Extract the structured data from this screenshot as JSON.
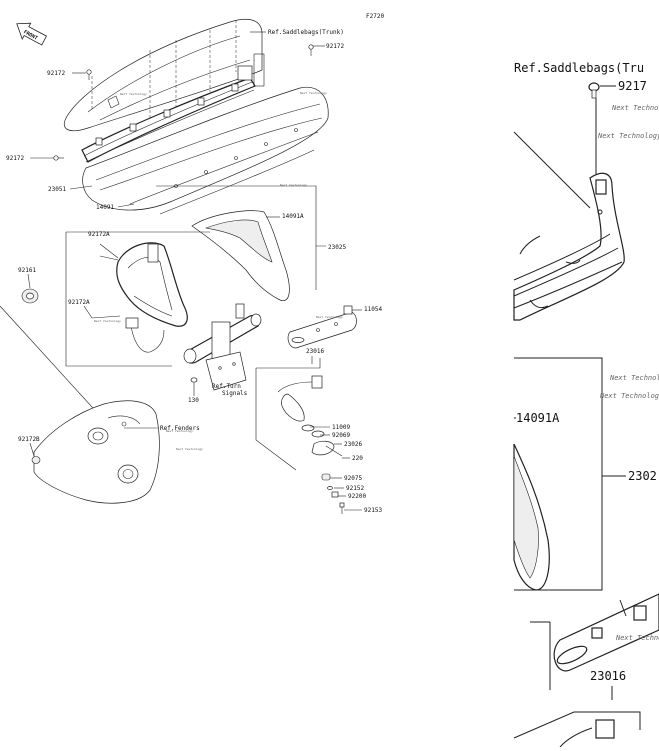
{
  "figure_code": "F2720",
  "front_label": "FRONT",
  "watermark": "Next Technology",
  "overview_labels": {
    "p92172_top": "92172",
    "p92172_left": "92172",
    "p92172_mid": "92172",
    "p23051": "23051",
    "p14091": "14091",
    "ref_saddlebags": "Ref.Saddlebags(Trunk)",
    "p14091a": "14091A",
    "p23025": "23025",
    "p92172a_1": "92172A",
    "p92161": "92161",
    "p92172a_2": "92172A",
    "p11054": "11054",
    "p23016": "23016",
    "p130": "130",
    "ref_turn": "Ref.Turn",
    "ref_turn2": "Signals",
    "ref_fenders": "Ref.Fenders",
    "p92172b": "92172B",
    "p11009": "11009",
    "p92069": "92069",
    "p23026": "23026",
    "p220": "220",
    "p92075": "92075",
    "p92152": "92152",
    "p92200": "92200",
    "p92153": "92153"
  },
  "zoom_labels": {
    "ref_saddlebags": "Ref.Saddlebags(Tru",
    "p9217": "9217",
    "p14091a": "14091A",
    "p2302": "2302",
    "p23016": "23016"
  }
}
